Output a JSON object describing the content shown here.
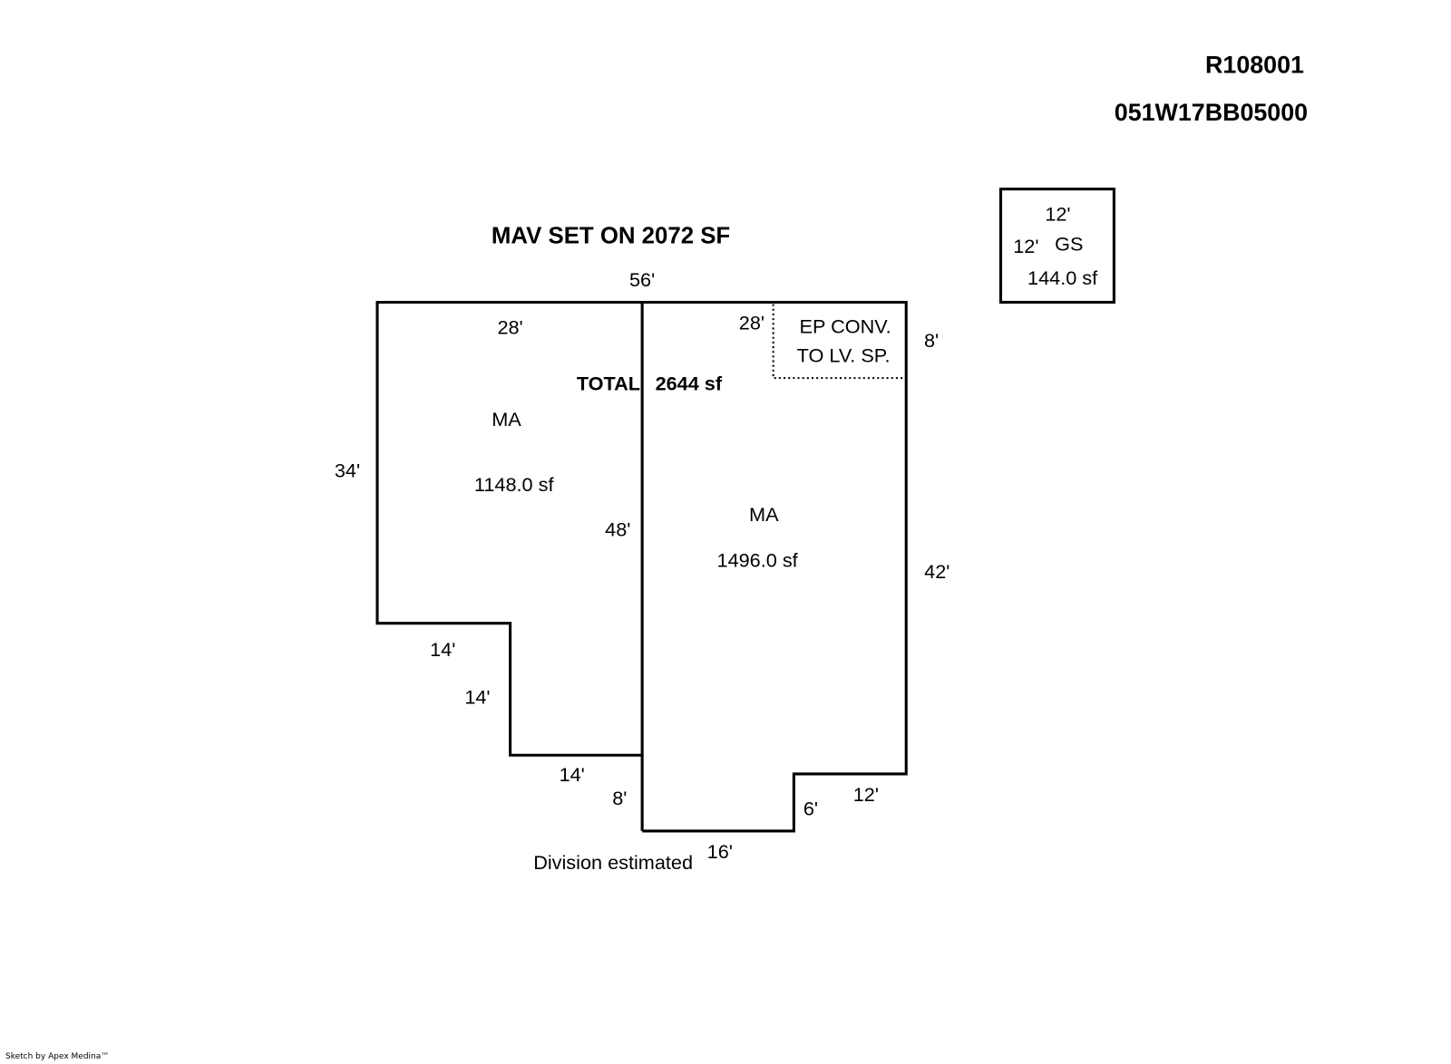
{
  "header": {
    "parcel_id": "R108001",
    "map_number": "051W17BB05000"
  },
  "title": "MAV SET ON 2072 SF",
  "total": {
    "label": "TOTAL",
    "value": "2644 sf"
  },
  "areas": [
    {
      "code": "MA",
      "area": "1148.0 sf"
    },
    {
      "code": "MA",
      "area": "1496.0 sf"
    },
    {
      "code": "GS",
      "area": "144.0 sf"
    }
  ],
  "note_ep": [
    "EP CONV.",
    "TO LV. SP."
  ],
  "dimensions": {
    "top": "56'",
    "left_top": "28'",
    "right_top": "28'",
    "ep_side": "8'",
    "left": "34'",
    "mid": "48'",
    "right": "42'",
    "step1": "14'",
    "step2": "14'",
    "step3": "14'",
    "bottom_left": "8'",
    "bottom": "16'",
    "notch": "6'",
    "notch_top": "12'",
    "gs_top": "12'",
    "gs_side": "12'"
  },
  "division_note": "Division estimated",
  "credit": "Sketch by Apex Medina™"
}
